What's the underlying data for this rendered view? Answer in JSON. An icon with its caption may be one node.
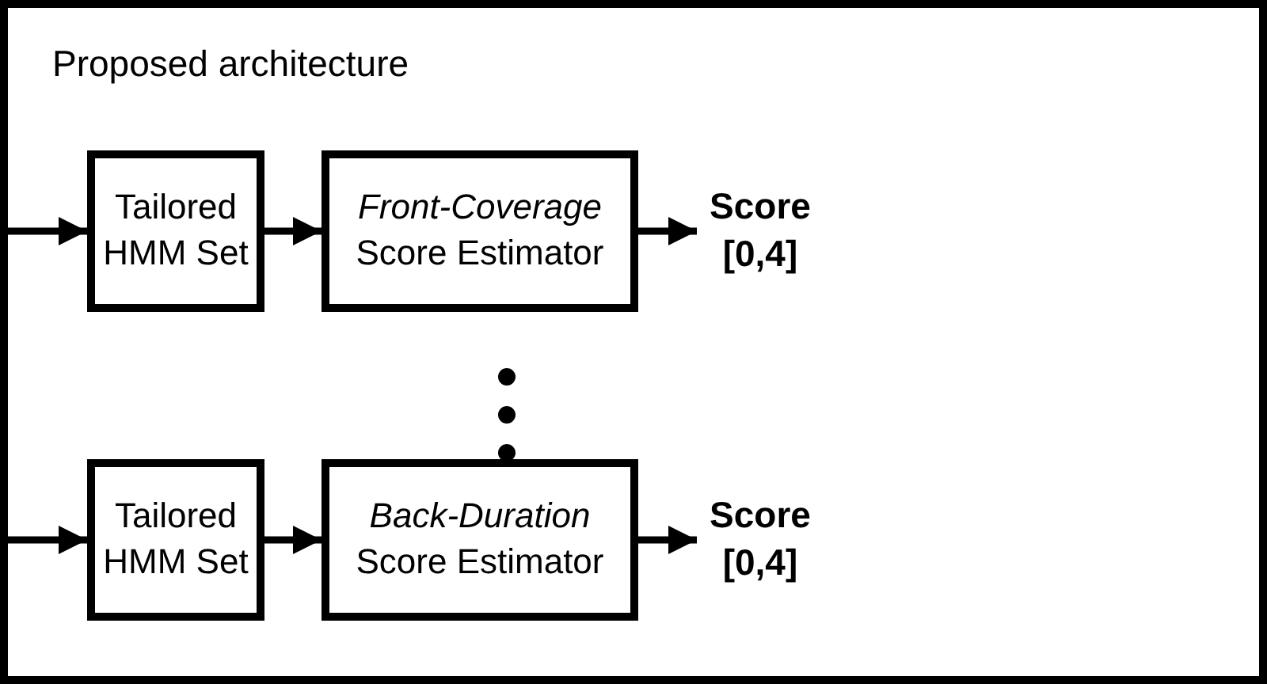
{
  "diagram": {
    "nodes": [
      {
        "text": [
          "Proposed architecture"
        ]
      },
      {
        "text": [
          "Tailored HMM Set"
        ],
        "in": 0
      },
      {
        "text": [
          "*Front-Coverage* Score Estimator"
        ],
        "in": 0
      },
      {
        "text": [
          "Score [0,4]"
        ],
        "in": 0
      },
      {
        "text": [
          "Tailored HMM Set"
        ],
        "in": 0
      },
      {
        "text": [
          "*Back-Duration* Score Estimator"
        ],
        "in": 0
      },
      {
        "text": [
          "Score [0,4]"
        ],
        "in": 0
      }
    ],
    "edges": [
      {
        "from": null,
        "to": 1,
        "arrow": "to"
      },
      {
        "from": 1,
        "to": 2,
        "arrow": "to"
      },
      {
        "from": 2,
        "to": 3,
        "arrow": "to"
      },
      {
        "from": null,
        "to": 4,
        "arrow": "to"
      },
      {
        "from": 4,
        "to": 5,
        "arrow": "to"
      },
      {
        "from": 5,
        "to": 6,
        "arrow": "to"
      }
    ]
  }
}
